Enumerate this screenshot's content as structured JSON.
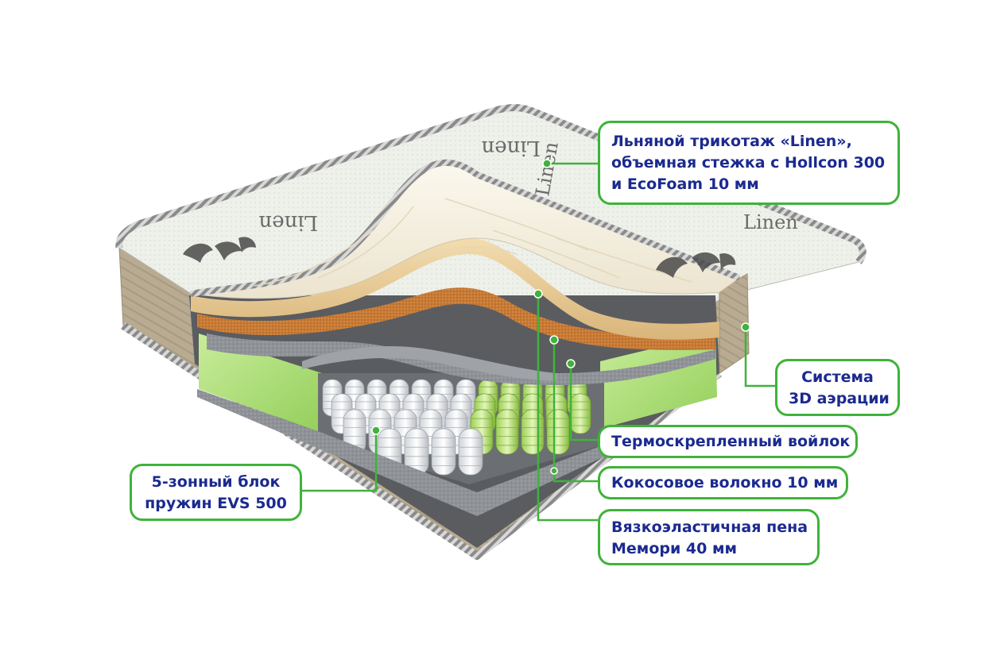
{
  "colors": {
    "callout_border": "#3fb33a",
    "callout_text": "#1b2a8f",
    "dot": "#3fb33a",
    "leader": "#3fb33a"
  },
  "brand": {
    "logo_text": "Linen"
  },
  "labels": {
    "linen": [
      "Льняной трикотаж «Linen»,",
      "объемная стежка с Hollcon 300",
      "и EcoFoam 10 мм"
    ],
    "aeration": [
      "Система",
      "3D аэрации"
    ],
    "felt": [
      "Термоскрепленный войлок"
    ],
    "coconut": [
      "Кокосовое волокно 10 мм"
    ],
    "memory": [
      "Вязкоэластичная пена",
      "Мемори 40 мм"
    ],
    "springs": [
      "5-зонный блок",
      "пружин EVS 500"
    ]
  }
}
